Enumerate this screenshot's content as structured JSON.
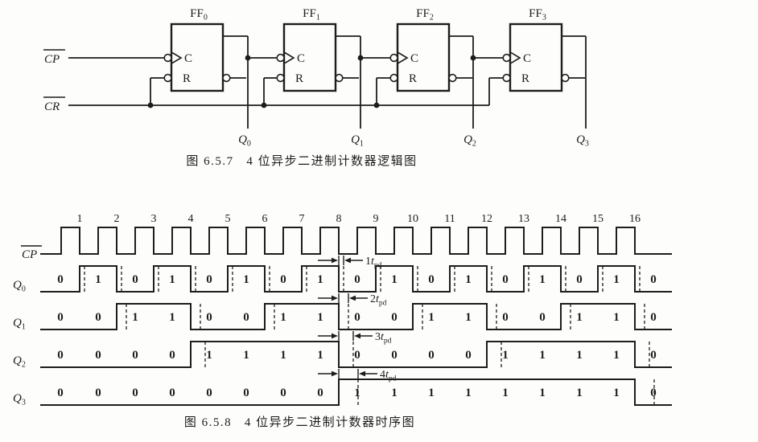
{
  "page": {
    "bg": "#fdfdfb",
    "ink": "#1d1d1d"
  },
  "logic_figure": {
    "caption": "图 6.5.7   4 位异步二进制计数器逻辑图",
    "clock_input_label": "CP",
    "clear_input_label": "CR",
    "port_clock_label": "C",
    "port_reset_label": "R",
    "flipflops": [
      {
        "label": "FF",
        "sub": "0",
        "output_label": "Q",
        "output_sub": "0"
      },
      {
        "label": "FF",
        "sub": "1",
        "output_label": "Q",
        "output_sub": "1"
      },
      {
        "label": "FF",
        "sub": "2",
        "output_label": "Q",
        "output_sub": "2"
      },
      {
        "label": "FF",
        "sub": "3",
        "output_label": "Q",
        "output_sub": "3"
      }
    ]
  },
  "timing_figure": {
    "caption": "图 6.5.8   4 位异步二进制计数器时序图",
    "pulse_numbers": [
      "1",
      "2",
      "3",
      "4",
      "5",
      "6",
      "7",
      "8",
      "9",
      "10",
      "11",
      "12",
      "13",
      "14",
      "15",
      "16"
    ],
    "clock_label": "CP",
    "outputs": [
      {
        "label": "Q",
        "sub": "0",
        "bits": [
          0,
          1,
          0,
          1,
          0,
          1,
          0,
          1,
          0,
          1,
          0,
          1,
          0,
          1,
          0,
          1,
          0
        ],
        "delay": {
          "coef": "1",
          "sym": "t",
          "sub": "pd"
        }
      },
      {
        "label": "Q",
        "sub": "1",
        "bits": [
          0,
          0,
          1,
          1,
          0,
          0,
          1,
          1,
          0,
          0,
          1,
          1,
          0,
          0,
          1,
          1,
          0
        ],
        "delay": {
          "coef": "2",
          "sym": "t",
          "sub": "pd"
        }
      },
      {
        "label": "Q",
        "sub": "2",
        "bits": [
          0,
          0,
          0,
          0,
          1,
          1,
          1,
          1,
          0,
          0,
          0,
          0,
          1,
          1,
          1,
          1,
          0
        ],
        "delay": {
          "coef": "3",
          "sym": "t",
          "sub": "pd"
        }
      },
      {
        "label": "Q",
        "sub": "3",
        "bits": [
          0,
          0,
          0,
          0,
          0,
          0,
          0,
          0,
          1,
          1,
          1,
          1,
          1,
          1,
          1,
          1,
          0
        ],
        "delay": {
          "coef": "4",
          "sym": "t",
          "sub": "pd"
        }
      }
    ]
  }
}
